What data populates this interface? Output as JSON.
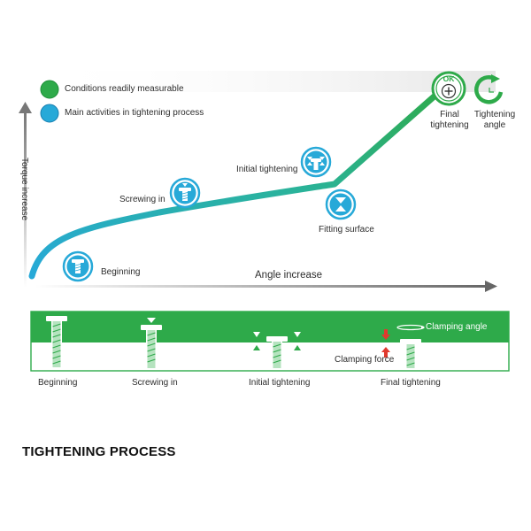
{
  "legend": {
    "measurable": "Conditions readily measurable",
    "activities": "Main activities in tightening process"
  },
  "axes": {
    "y": "Torque increase",
    "x": "Angle increase"
  },
  "stages": {
    "beginning": "Beginning",
    "screwing_in": "Screwing in",
    "initial_tightening": "Initial tightening",
    "fitting_surface": "Fitting surface",
    "final_tightening_line1": "Final",
    "final_tightening_line2": "tightening",
    "tightening_angle_line1": "Tightening",
    "tightening_angle_line2": "angle",
    "ok": "OK"
  },
  "strip": {
    "clamping_angle": "Clamping angle",
    "clamping_force": "Clamping force",
    "beginning": "Beginning",
    "screwing_in": "Screwing in",
    "initial_tightening": "Initial tightening",
    "final_tightening": "Final tightening"
  },
  "caption": "TIGHTENING PROCESS",
  "colors": {
    "green": "#2eaa4a",
    "green_dark": "#1f8f3a",
    "blue": "#27a9d8",
    "blue_dark": "#1a7fb0",
    "axis_gray": "#555555",
    "red": "#e03a2e"
  }
}
